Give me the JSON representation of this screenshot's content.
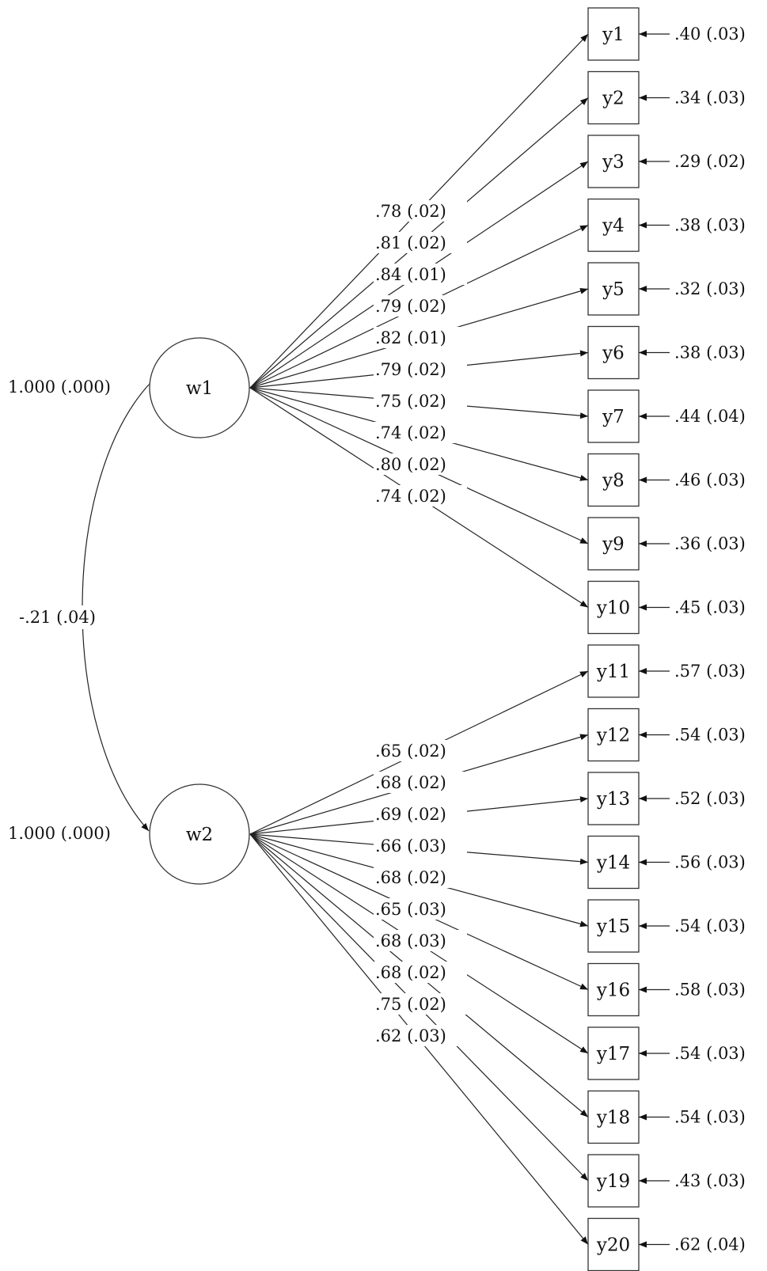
{
  "factors": [
    {
      "name": "w1",
      "variance": "1.000 (.000)"
    },
    {
      "name": "w2",
      "variance": "1.000 (.000)"
    }
  ],
  "covariance": "-.21 (.04)",
  "indicators": [
    {
      "name": "y1",
      "factor": "w1",
      "loading": ".78 (.02)",
      "error": ".40 (.03)"
    },
    {
      "name": "y2",
      "factor": "w1",
      "loading": ".81 (.02)",
      "error": ".34 (.03)"
    },
    {
      "name": "y3",
      "factor": "w1",
      "loading": ".84 (.01)",
      "error": ".29 (.02)"
    },
    {
      "name": "y4",
      "factor": "w1",
      "loading": ".79 (.02)",
      "error": ".38 (.03)"
    },
    {
      "name": "y5",
      "factor": "w1",
      "loading": ".82 (.01)",
      "error": ".32 (.03)"
    },
    {
      "name": "y6",
      "factor": "w1",
      "loading": ".79 (.02)",
      "error": ".38 (.03)"
    },
    {
      "name": "y7",
      "factor": "w1",
      "loading": ".75 (.02)",
      "error": ".44 (.04)"
    },
    {
      "name": "y8",
      "factor": "w1",
      "loading": ".74 (.02)",
      "error": ".46 (.03)"
    },
    {
      "name": "y9",
      "factor": "w1",
      "loading": ".80 (.02)",
      "error": ".36 (.03)"
    },
    {
      "name": "y10",
      "factor": "w1",
      "loading": ".74 (.02)",
      "error": ".45 (.03)"
    },
    {
      "name": "y11",
      "factor": "w2",
      "loading": ".65 (.02)",
      "error": ".57 (.03)"
    },
    {
      "name": "y12",
      "factor": "w2",
      "loading": ".68 (.02)",
      "error": ".54 (.03)"
    },
    {
      "name": "y13",
      "factor": "w2",
      "loading": ".69 (.02)",
      "error": ".52 (.03)"
    },
    {
      "name": "y14",
      "factor": "w2",
      "loading": ".66 (.03)",
      "error": ".56 (.03)"
    },
    {
      "name": "y15",
      "factor": "w2",
      "loading": ".68 (.02)",
      "error": ".54 (.03)"
    },
    {
      "name": "y16",
      "factor": "w2",
      "loading": ".65 (.03)",
      "error": ".58 (.03)"
    },
    {
      "name": "y17",
      "factor": "w2",
      "loading": ".68 (.03)",
      "error": ".54 (.03)"
    },
    {
      "name": "y18",
      "factor": "w2",
      "loading": ".68 (.02)",
      "error": ".54 (.03)"
    },
    {
      "name": "y19",
      "factor": "w2",
      "loading": ".75 (.02)",
      "error": ".43 (.03)"
    },
    {
      "name": "y20",
      "factor": "w2",
      "loading": ".62 (.03)",
      "error": ".62 (.04)"
    }
  ]
}
